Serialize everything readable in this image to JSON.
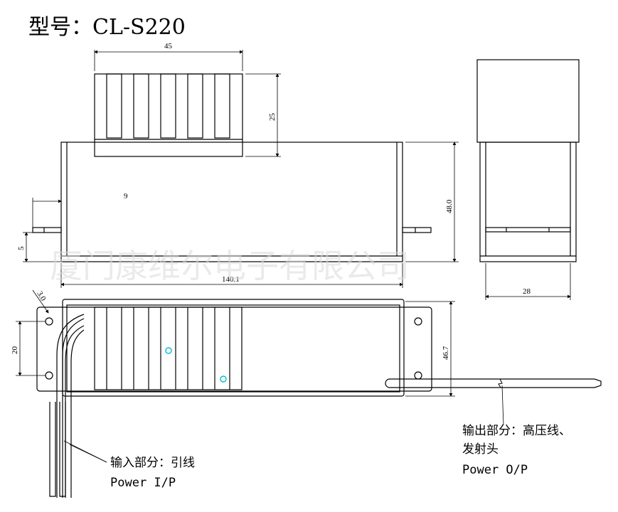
{
  "title": "型号：CL-S220",
  "watermark": "厦门康维尔电子有限公司",
  "dimensions": {
    "width_top": "45",
    "fin_height": "25",
    "offset": "9",
    "height": "48.0",
    "bottom_gap": "5",
    "length": "140.1",
    "side_width": "28",
    "wire_dia": "3.0",
    "hole_pitch": "20",
    "bottom_width": "46.7"
  },
  "labels": {
    "input_cn": "输入部分：引线",
    "input_en": "Power I/P",
    "output_cn_line1": "输出部分：高压线、",
    "output_cn_line2": "发射头",
    "output_en": "Power O/P"
  },
  "colors": {
    "line": "#000000",
    "marker": "#00bcd4",
    "watermark": "#d9d9d9"
  }
}
